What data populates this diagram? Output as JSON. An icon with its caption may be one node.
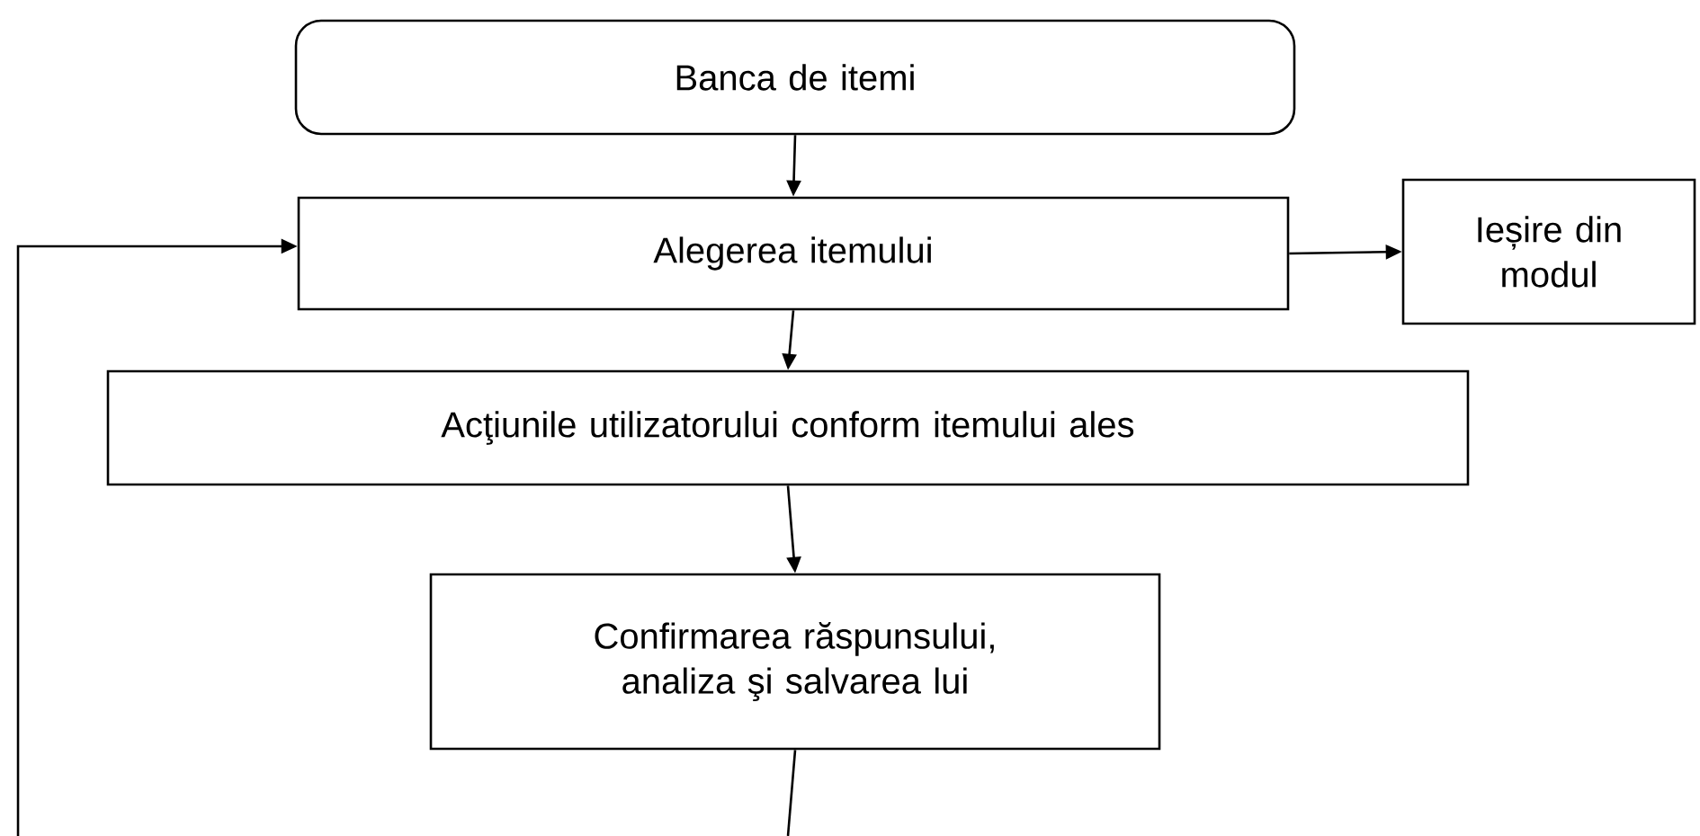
{
  "diagram": {
    "nodes": [
      {
        "text": [
          "Banca de itemi"
        ]
      },
      {
        "text": [
          "Alegerea itemului"
        ]
      },
      {
        "text": [
          "Ieșire din modul"
        ]
      },
      {
        "text": [
          "Acţiunile utilizatorului conform itemului ales"
        ]
      },
      {
        "text": [
          "Confirmarea răspunsului, analiza şi salvarea lui"
        ]
      }
    ],
    "edges": [
      {
        "from": 0,
        "to": 1,
        "arrow": "to"
      },
      {
        "from": 1,
        "to": 2,
        "arrow": "to"
      },
      {
        "from": 1,
        "to": 3,
        "arrow": "to"
      },
      {
        "from": 3,
        "to": 4,
        "arrow": "to"
      },
      {
        "from": 4,
        "to": null,
        "arrow": "none"
      },
      {
        "from": null,
        "to": 1,
        "arrow": "to"
      }
    ]
  }
}
